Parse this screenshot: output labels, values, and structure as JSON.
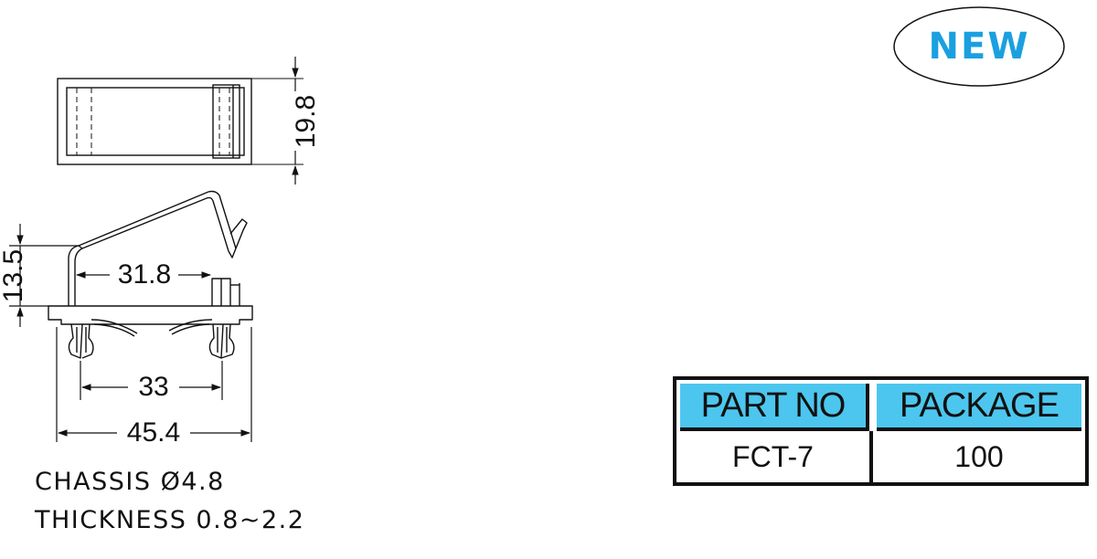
{
  "badge": {
    "label": "NEW",
    "color": "#1aa0e0"
  },
  "dimensions": {
    "height_top_view": "19.8",
    "height_side_view": "13.5",
    "inner_span": "31.8",
    "hole_spacing": "33",
    "overall_length": "45.4"
  },
  "specs": {
    "chassis": "CHASSIS Ø4.8",
    "thickness": "THICKNESS 0.8~2.2"
  },
  "table": {
    "header_part_no": "PART NO",
    "header_package": "PACKAGE",
    "part_no": "FCT-7",
    "package": "100",
    "header_color": "#4cc6ee"
  }
}
